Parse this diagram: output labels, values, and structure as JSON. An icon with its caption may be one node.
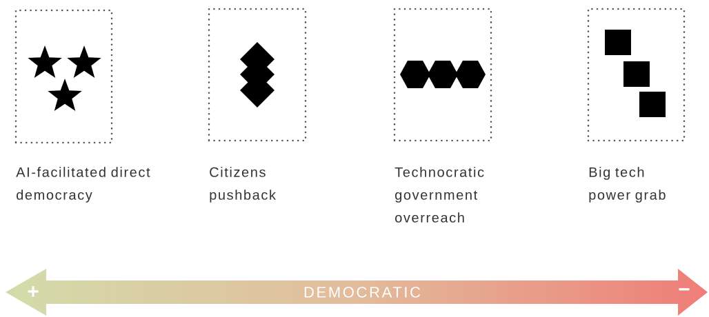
{
  "diagram": {
    "nodes": [
      {
        "text": [
          "AI-facilitated direct democracy"
        ]
      },
      {
        "text": [
          "Citizens pushback"
        ]
      },
      {
        "text": [
          "Technocratic government overreach"
        ]
      },
      {
        "text": [
          "Big tech power grab"
        ]
      },
      {
        "text": [
          "+",
          "DEMOCRATIC",
          "−"
        ]
      }
    ]
  }
}
